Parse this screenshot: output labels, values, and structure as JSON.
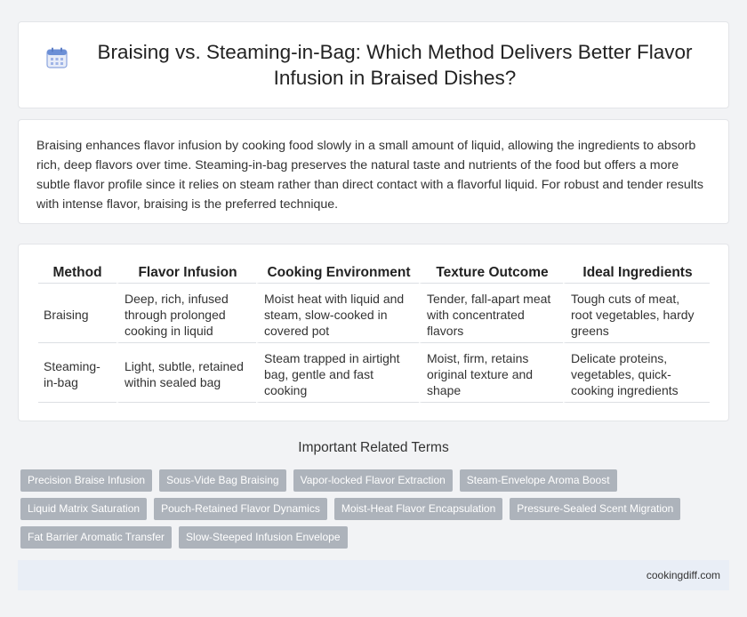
{
  "page": {
    "title": "Braising vs. Steaming-in-Bag: Which Method Delivers Better Flavor Infusion in Braised Dishes?",
    "title_icon": "calendar-icon"
  },
  "intro": "Braising enhances flavor infusion by cooking food slowly in a small amount of liquid, allowing the ingredients to absorb rich, deep flavors over time. Steaming-in-bag preserves the natural taste and nutrients of the food but offers a more subtle flavor profile since it relies on steam rather than direct contact with a flavorful liquid. For robust and tender results with intense flavor, braising is the preferred technique.",
  "table": {
    "headers": [
      "Method",
      "Flavor Infusion",
      "Cooking Environment",
      "Texture Outcome",
      "Ideal Ingredients"
    ],
    "rows": [
      [
        "Braising",
        "Deep, rich, infused through prolonged cooking in liquid",
        "Moist heat with liquid and steam, slow-cooked in covered pot",
        "Tender, fall-apart meat with concentrated flavors",
        "Tough cuts of meat, root vegetables, hardy greens"
      ],
      [
        "Steaming-in-bag",
        "Light, subtle, retained within sealed bag",
        "Steam trapped in airtight bag, gentle and fast cooking",
        "Moist, firm, retains original texture and shape",
        "Delicate proteins, vegetables, quick-cooking ingredients"
      ]
    ]
  },
  "related": {
    "title": "Important Related Terms",
    "tags": [
      "Precision Braise Infusion",
      "Sous-Vide Bag Braising",
      "Vapor-locked Flavor Extraction",
      "Steam-Envelope Aroma Boost",
      "Liquid Matrix Saturation",
      "Pouch-Retained Flavor Dynamics",
      "Moist-Heat Flavor Encapsulation",
      "Pressure-Sealed Scent Migration",
      "Fat Barrier Aromatic Transfer",
      "Slow-Steeped Infusion Envelope"
    ]
  },
  "footer": {
    "site": "cookingdiff.com"
  },
  "colors": {
    "accent_icon": "#6b8fd6",
    "tag_bg": "#adb3bb",
    "footer_bg": "#e9eef6"
  }
}
